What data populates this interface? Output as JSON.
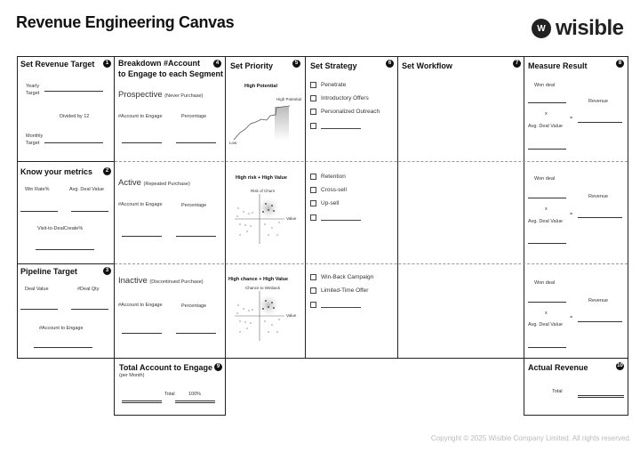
{
  "title": "Revenue Engineering Canvas",
  "brand": "wisible",
  "copyright": "Copyright © 2025 Wisible Company Limited. All rights reserved.",
  "set_revenue_target": {
    "title": "Set Revenue Target",
    "num": "1",
    "yearly": "Yearly Target",
    "divided": "Divided by 12",
    "monthly": "Monthly Target"
  },
  "know_metrics": {
    "title": "Know your metrics",
    "num": "2",
    "win_rate": "Win Rate%",
    "avg_deal": "Avg. Deal Value",
    "visit": "Visit-to-DealCreate%"
  },
  "pipeline_target": {
    "title": "Pipeline Target",
    "num": "3",
    "deal_value": "Deal Value",
    "deal_qty": "#Deal Qty",
    "account": "#Account to Engage"
  },
  "breakdown": {
    "title": "Breakdown #Account",
    "title2": "to Engage to each Segment",
    "num": "4",
    "segments": [
      {
        "name": "Prospective",
        "note": "(Never Purchase)"
      },
      {
        "name": "Active",
        "note": "(Repeated Purchase)"
      },
      {
        "name": "Inactive",
        "note": "(Discontinued Purchase)"
      }
    ],
    "account_label": "#Account to Engage",
    "pct_label": "Percentage"
  },
  "set_priority": {
    "title": "Set Priority",
    "num": "5",
    "p1": {
      "title": "High Potential",
      "high": "High Potential",
      "low": "Low"
    },
    "p2": {
      "title": "High risk + High Value",
      "y": "Risk of Churn",
      "x": "Value"
    },
    "p3": {
      "title": "High chance + High Value",
      "y": "Chance to Winback",
      "x": "Value"
    }
  },
  "set_strategy": {
    "title": "Set Strategy",
    "num": "6",
    "g1": [
      "Penetrate",
      "Introductory Offers",
      "Personalized Outreach"
    ],
    "g2": [
      "Retention",
      "Cross-sell",
      "Up-sell"
    ],
    "g3": [
      "Win-Back Campaign",
      "Limited-Time Offer"
    ]
  },
  "set_workflow": {
    "title": "Set Workflow",
    "num": "7"
  },
  "measure_result": {
    "title": "Measure Result",
    "num": "8",
    "won": "Won deal",
    "x": "x",
    "avg": "Avg. Deal Value",
    "eq": "=",
    "revenue": "Revenue"
  },
  "total_account": {
    "title": "Total Account to Engage",
    "sub": "(per Month)",
    "num": "9",
    "total": "Total",
    "pct": "100%"
  },
  "actual_revenue": {
    "title": "Actual Revenue",
    "num": "10",
    "total": "Total"
  },
  "colors": {
    "text": "#111111",
    "line": "#222222",
    "dashed": "#999999",
    "copyright": "#bbbbbb"
  }
}
